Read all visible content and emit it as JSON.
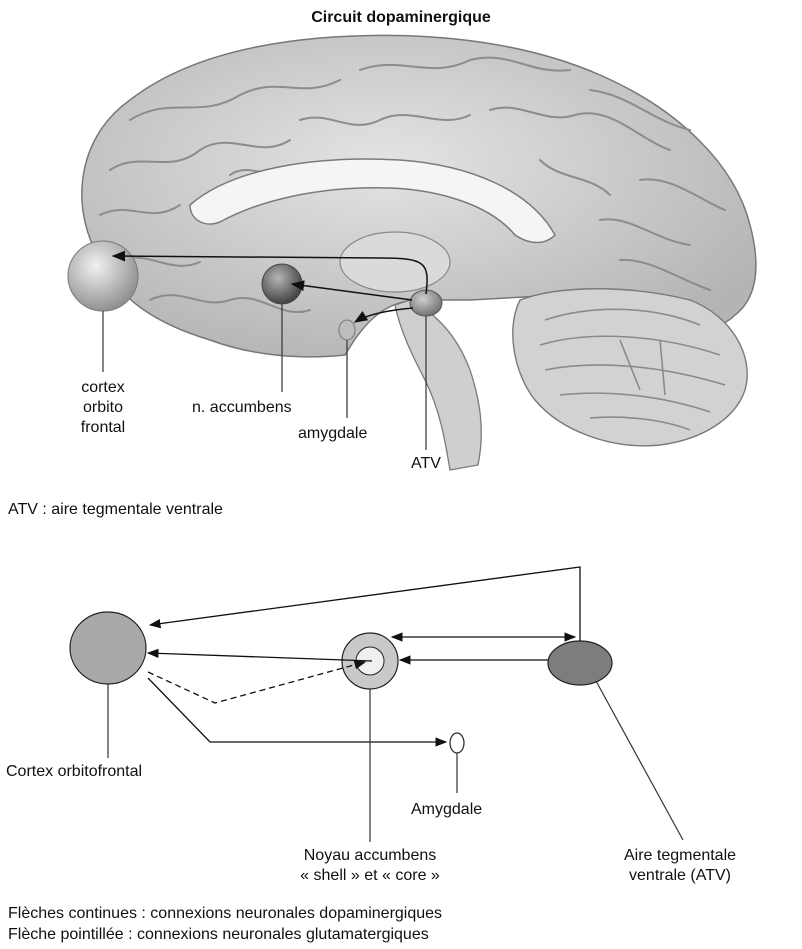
{
  "title": "Circuit dopaminergique",
  "top_labels": {
    "cortex_line1": "cortex",
    "cortex_line2": "orbito",
    "cortex_line3": "frontal",
    "accumbens": "n. accumbens",
    "amygdale": "amygdale",
    "atv": "ATV"
  },
  "atv_definition": "ATV : aire tegmentale ventrale",
  "bottom_labels": {
    "cortex": "Cortex orbitofrontal",
    "amygdale": "Amygdale",
    "noyau_line1": "Noyau accumbens",
    "noyau_line2": "« shell » et « core »",
    "aire_line1": "Aire tegmentale",
    "aire_line2": "ventrale (ATV)"
  },
  "legend": {
    "solid": "Flèches continues : connexions neuronales dopaminergiques",
    "dashed": "Flèche pointillée : connexions neuronales glutamatergiques"
  }
}
